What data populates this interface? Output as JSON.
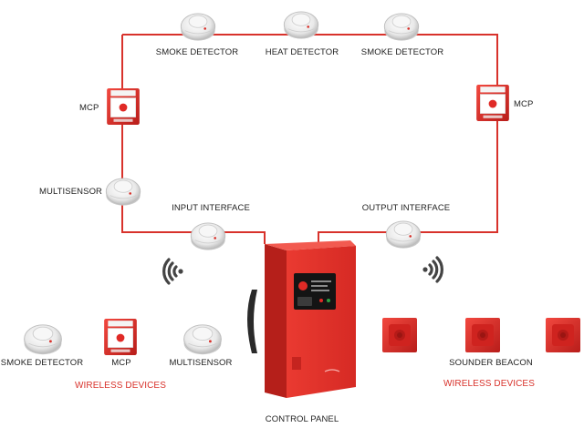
{
  "labels": {
    "smoke_detector_left": "SMOKE DETECTOR",
    "heat_detector": "HEAT DETECTOR",
    "smoke_detector_right": "SMOKE DETECTOR",
    "mcp_left": "MCP",
    "mcp_right": "MCP",
    "multisensor_loop": "MULTISENSOR",
    "input_interface": "INPUT  INTERFACE",
    "output_interface": "OUTPUT INTERFACE",
    "wireless_smoke_detector": "SMOKE DETECTOR",
    "wireless_mcp": "MCP",
    "wireless_multisensor": "MULTISENSOR",
    "wireless_devices_left": "WIRELESS DEVICES",
    "sounder_beacon": "SOUNDER BEACON",
    "wireless_devices_right": "WIRELESS DEVICES",
    "control_panel": "CONTROL PANEL"
  },
  "colors": {
    "loop_wire": "#d8322b",
    "device_red": "#e02a26",
    "panel_red": "#e8322c",
    "wireless_text": "#d8322b"
  },
  "icons": {
    "detector": "detector-icon",
    "mcp": "call-point-icon",
    "sounder": "sounder-beacon-icon",
    "wireless": "wireless-signal-icon"
  }
}
